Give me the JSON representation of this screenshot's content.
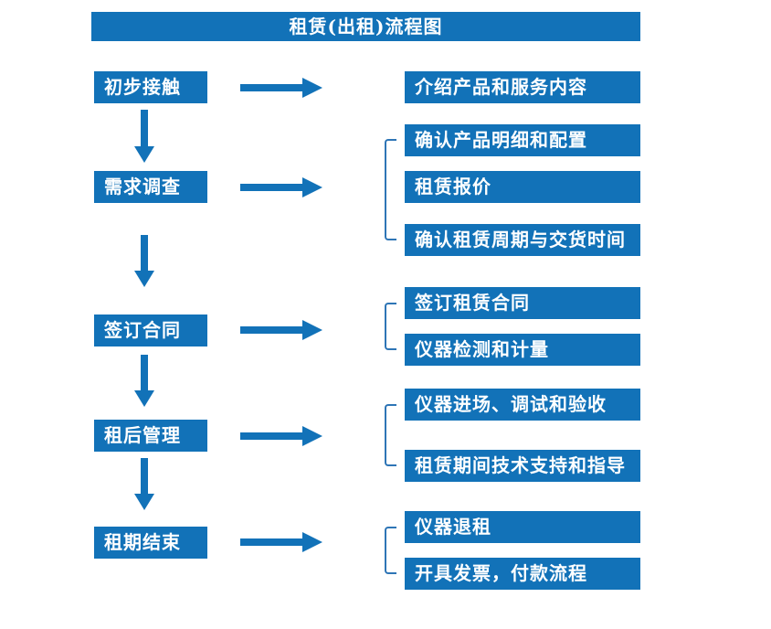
{
  "title": "租赁(出租)流程图",
  "colors": {
    "primary_blue": "#1272B8",
    "bracket_blue": "#2E75B6",
    "text_white": "#FFFFFF",
    "background": "#FFFFFF"
  },
  "stages": [
    {
      "label": "初步接触",
      "details": [
        "介绍产品和服务内容"
      ]
    },
    {
      "label": "需求调查",
      "details": [
        "确认产品明细和配置",
        "租赁报价",
        "确认租赁周期与交货时间"
      ]
    },
    {
      "label": "签订合同",
      "details": [
        "签订租赁合同",
        "仪器检测和计量"
      ]
    },
    {
      "label": "租后管理",
      "details": [
        "仪器进场、调试和验收",
        "租赁期间技术支持和指导"
      ]
    },
    {
      "label": "租期结束",
      "details": [
        "仪器退租",
        "开具发票，付款流程"
      ]
    }
  ]
}
